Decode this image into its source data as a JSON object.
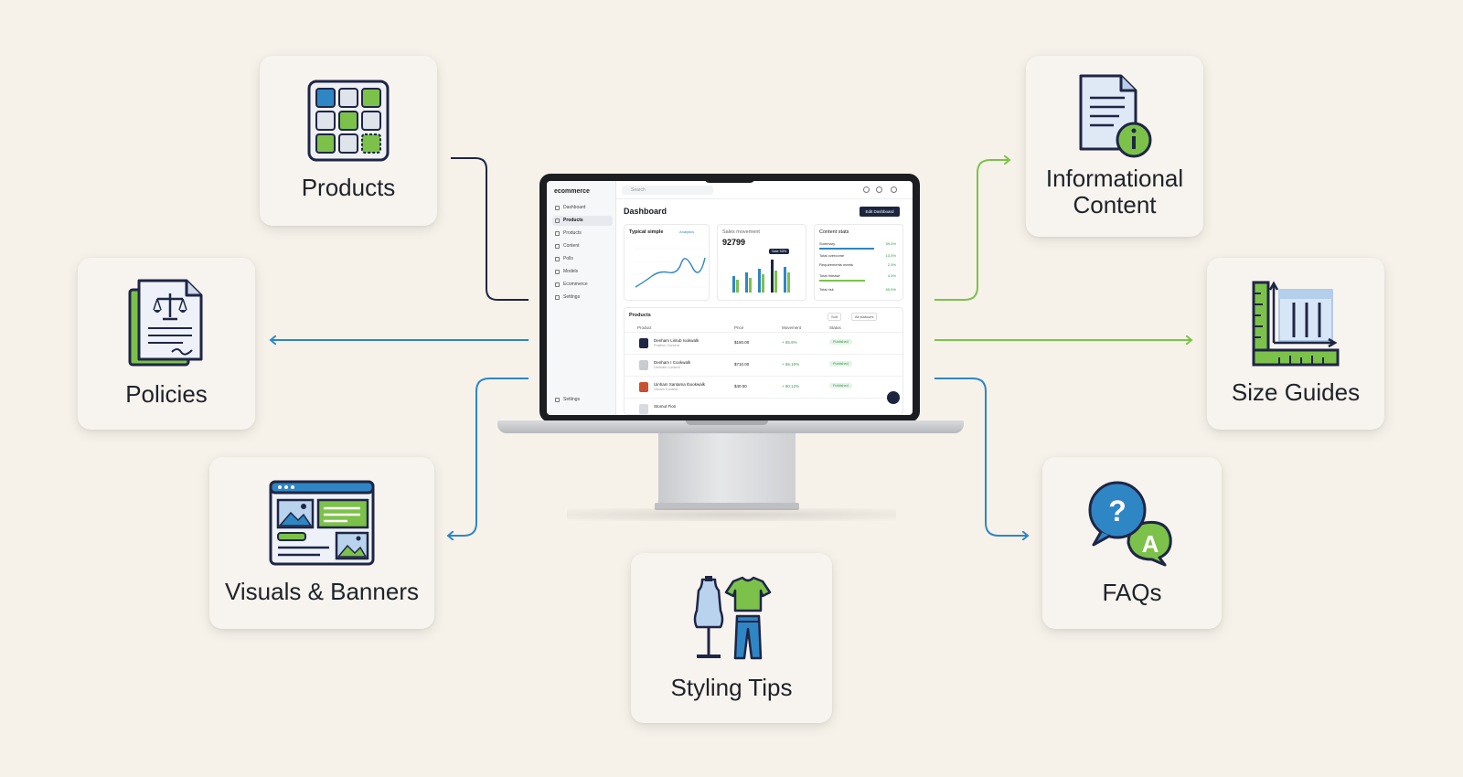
{
  "nodes": {
    "products": "Products",
    "informational": "Informational Content",
    "policies": "Policies",
    "size_guides": "Size Guides",
    "visuals": "Visuals & Banners",
    "faqs": "FAQs",
    "styling": "Styling Tips"
  },
  "colors": {
    "background": "#f6f2ea",
    "navy": "#1f2545",
    "green": "#7cc24a",
    "blue": "#2f86c4",
    "card": "#f7f4ef"
  },
  "laptop": {
    "brand": "ecommerce",
    "search_placeholder": "Search",
    "page_title": "Dashboard",
    "action_button": "Edit Dashboard",
    "nav": [
      "Dashboard",
      "Products",
      "Products",
      "Content",
      "Polls",
      "Models",
      "Ecommerce",
      "Settings"
    ],
    "nav_footer": "Settings",
    "panels": {
      "traffic_title": "Typical simple",
      "traffic_badge": "Analytics",
      "sales_title": "Sales movement",
      "sales_value": "92799",
      "sales_tooltip": "Sale 93% ",
      "content_title": "Content stats",
      "content_rows": [
        {
          "label": "Summary",
          "value": "59.5%"
        },
        {
          "label": "Total overcome",
          "value": "13.5%"
        },
        {
          "label": "Requirements meets",
          "value": "2.5%"
        },
        {
          "label": "Total release",
          "value": "4.5%"
        },
        {
          "label": "Total risk",
          "value": "65.5%"
        }
      ]
    },
    "products_table": {
      "title": "Products",
      "filter_a": "Sort",
      "filter_b": "All statuses",
      "headers": [
        "Product",
        "Price",
        "Movement",
        "Status"
      ],
      "rows": [
        {
          "name": "Denham Lintub Iookwalk",
          "sub": "Position Content",
          "price": "$150.00",
          "movement": "+ 65.9%",
          "status": "Published"
        },
        {
          "name": "Denham I Cookwalk",
          "sub": "Denham Content",
          "price": "$710.00",
          "movement": "+ 65.10%",
          "status": "Published"
        },
        {
          "name": "Uinham Santama Ibookwalk",
          "sub": "Vintam Content",
          "price": "$40.00",
          "movement": "+ 90.12%",
          "status": "Published"
        },
        {
          "name": "Stomut Fion",
          "sub": "",
          "price": "",
          "movement": "",
          "status": ""
        }
      ]
    }
  }
}
